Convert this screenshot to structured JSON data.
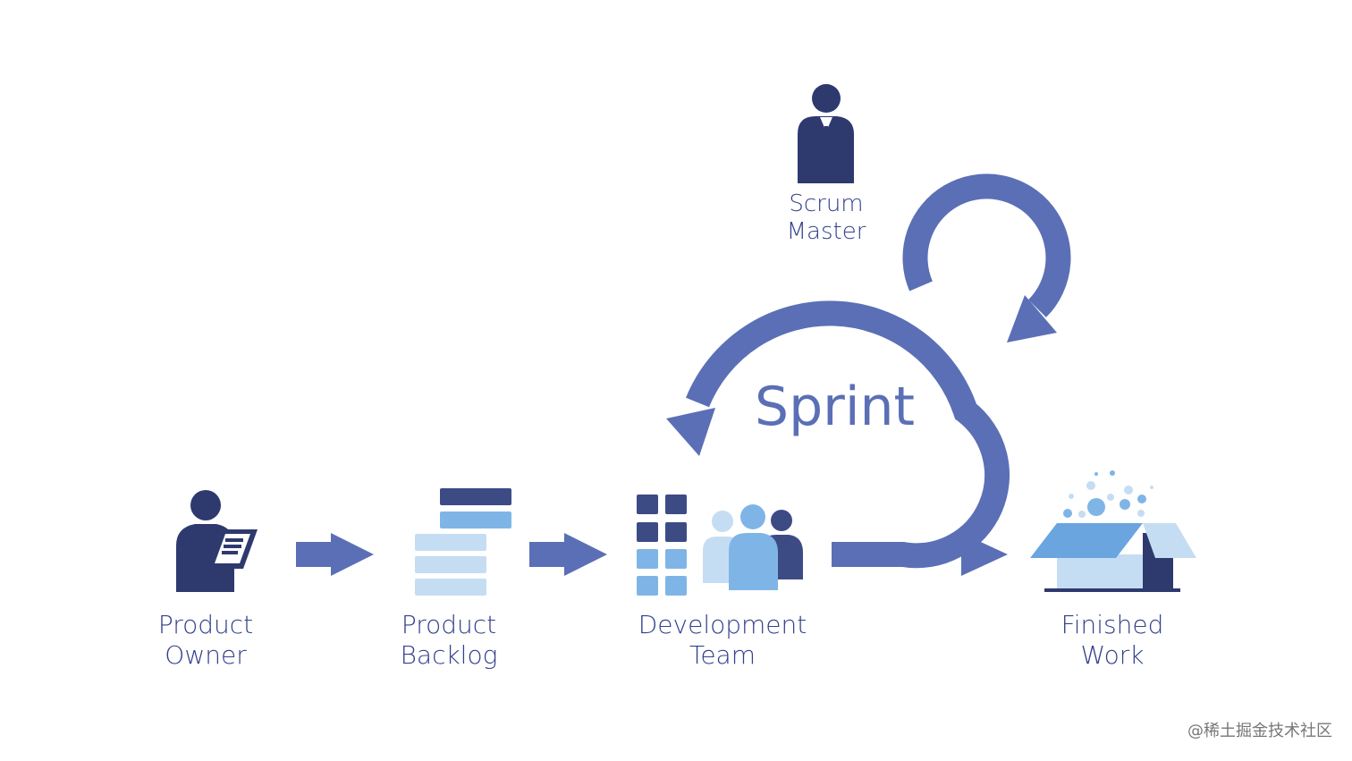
{
  "colors": {
    "dark_navy": "#2e3a6e",
    "primary_blue": "#5a6fb5",
    "light_blue": "#7fb5e6",
    "pale_blue": "#c5ddf3"
  },
  "nodes": {
    "product_owner": {
      "line1": "Product",
      "line2": "Owner",
      "icon": "person-with-clipboard-icon"
    },
    "product_backlog": {
      "line1": "Product",
      "line2": "Backlog",
      "icon": "stacked-bars-icon"
    },
    "development_team": {
      "line1": "Development",
      "line2": "Team",
      "icon": "team-grid-icon"
    },
    "finished_work": {
      "line1": "Finished",
      "line2": "Work",
      "icon": "open-box-icon"
    },
    "scrum_master": {
      "line1": "Scrum",
      "line2": "Master",
      "icon": "person-icon"
    }
  },
  "sprint": {
    "label": "Sprint"
  },
  "watermark": "@稀土掘金技术社区"
}
